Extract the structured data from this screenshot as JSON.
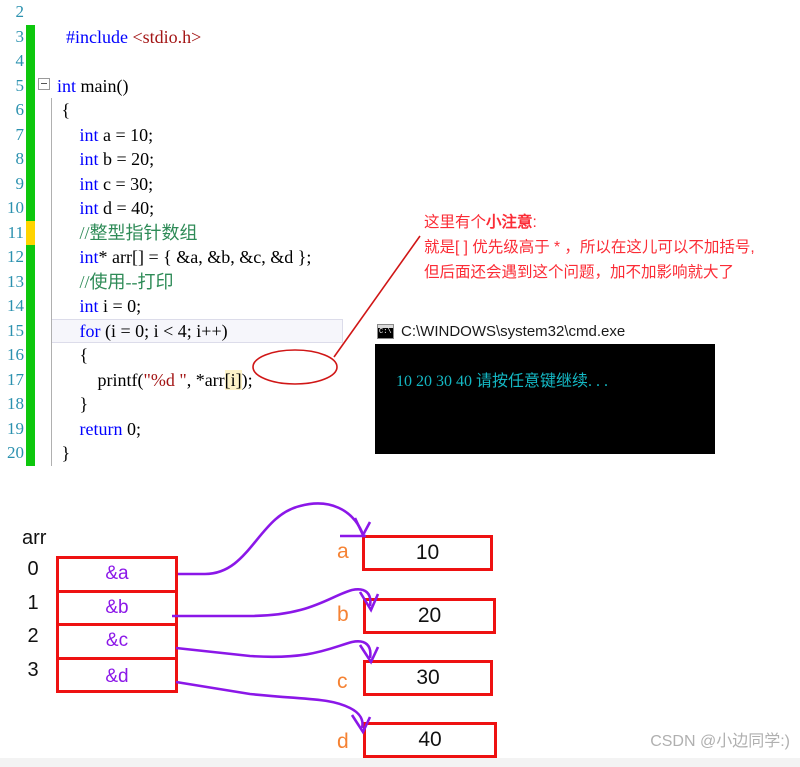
{
  "editor": {
    "lines": [
      {
        "num": "2",
        "marker": "none",
        "fold": false,
        "indent": false,
        "current": false,
        "tokens": []
      },
      {
        "num": "3",
        "marker": "green",
        "fold": false,
        "indent": false,
        "current": false,
        "tokens": [
          {
            "t": "pre",
            "v": "  #include "
          },
          {
            "t": "str",
            "v": "<stdio.h>"
          }
        ]
      },
      {
        "num": "4",
        "marker": "green",
        "fold": false,
        "indent": false,
        "current": false,
        "tokens": []
      },
      {
        "num": "5",
        "marker": "green",
        "fold": true,
        "indent": false,
        "current": false,
        "tokens": [
          {
            "t": "kw",
            "v": "int"
          },
          {
            "t": "plain",
            "v": " main()"
          }
        ]
      },
      {
        "num": "6",
        "marker": "green",
        "fold": false,
        "indent": true,
        "current": false,
        "tokens": [
          {
            "t": "plain",
            "v": " {"
          }
        ]
      },
      {
        "num": "7",
        "marker": "green",
        "fold": false,
        "indent": true,
        "current": false,
        "tokens": [
          {
            "t": "plain",
            "v": "     "
          },
          {
            "t": "kw",
            "v": "int"
          },
          {
            "t": "plain",
            "v": " a = 10;"
          }
        ]
      },
      {
        "num": "8",
        "marker": "green",
        "fold": false,
        "indent": true,
        "current": false,
        "tokens": [
          {
            "t": "plain",
            "v": "     "
          },
          {
            "t": "kw",
            "v": "int"
          },
          {
            "t": "plain",
            "v": " b = 20;"
          }
        ]
      },
      {
        "num": "9",
        "marker": "green",
        "fold": false,
        "indent": true,
        "current": false,
        "tokens": [
          {
            "t": "plain",
            "v": "     "
          },
          {
            "t": "kw",
            "v": "int"
          },
          {
            "t": "plain",
            "v": " c = 30;"
          }
        ]
      },
      {
        "num": "10",
        "marker": "green",
        "fold": false,
        "indent": true,
        "current": false,
        "tokens": [
          {
            "t": "plain",
            "v": "     "
          },
          {
            "t": "kw",
            "v": "int"
          },
          {
            "t": "plain",
            "v": " d = 40;"
          }
        ]
      },
      {
        "num": "11",
        "marker": "yellow",
        "fold": false,
        "indent": true,
        "current": false,
        "tokens": [
          {
            "t": "plain",
            "v": "     "
          },
          {
            "t": "cmt",
            "v": "//整型指针数组"
          }
        ]
      },
      {
        "num": "12",
        "marker": "green",
        "fold": false,
        "indent": true,
        "current": false,
        "tokens": [
          {
            "t": "plain",
            "v": "     "
          },
          {
            "t": "kw",
            "v": "int"
          },
          {
            "t": "plain",
            "v": "* arr[] = { &a, &b, &c, &d };"
          }
        ]
      },
      {
        "num": "13",
        "marker": "green",
        "fold": false,
        "indent": true,
        "current": false,
        "tokens": [
          {
            "t": "plain",
            "v": "     "
          },
          {
            "t": "cmt",
            "v": "//使用--打印"
          }
        ]
      },
      {
        "num": "14",
        "marker": "green",
        "fold": false,
        "indent": true,
        "current": false,
        "tokens": [
          {
            "t": "plain",
            "v": "     "
          },
          {
            "t": "kw",
            "v": "int"
          },
          {
            "t": "plain",
            "v": " i = 0;"
          }
        ]
      },
      {
        "num": "15",
        "marker": "green",
        "fold": false,
        "indent": true,
        "current": true,
        "tokens": [
          {
            "t": "plain",
            "v": "     "
          },
          {
            "t": "kw",
            "v": "for"
          },
          {
            "t": "plain",
            "v": " (i = 0; i < 4; i++)"
          }
        ]
      },
      {
        "num": "16",
        "marker": "green",
        "fold": false,
        "indent": true,
        "current": false,
        "tokens": [
          {
            "t": "plain",
            "v": "     {"
          }
        ]
      },
      {
        "num": "17",
        "marker": "green",
        "fold": false,
        "indent": true,
        "current": false,
        "tokens": [
          {
            "t": "plain",
            "v": "         printf("
          },
          {
            "t": "str",
            "v": "\"%d \""
          },
          {
            "t": "plain",
            "v": ", *arr"
          },
          {
            "t": "idx",
            "v": "[i]"
          },
          {
            "t": "plain",
            "v": ");"
          }
        ]
      },
      {
        "num": "18",
        "marker": "green",
        "fold": false,
        "indent": true,
        "current": false,
        "tokens": [
          {
            "t": "plain",
            "v": "     }"
          }
        ]
      },
      {
        "num": "19",
        "marker": "green",
        "fold": false,
        "indent": true,
        "current": false,
        "tokens": [
          {
            "t": "plain",
            "v": "     "
          },
          {
            "t": "kw",
            "v": "return"
          },
          {
            "t": "plain",
            "v": " 0;"
          }
        ]
      },
      {
        "num": "20",
        "marker": "green",
        "fold": false,
        "indent": true,
        "current": false,
        "tokens": [
          {
            "t": "plain",
            "v": " }"
          }
        ]
      }
    ]
  },
  "annotation": {
    "line1_prefix": "这里有个",
    "line1_bold": "小注意",
    "line1_suffix": ":",
    "line2": "就是[ ] 优先级高于 * ，所以在这儿可以不加括号,",
    "line3": "但后面还会遇到这个问题，加不加影响就大了",
    "color": "#fb2c36"
  },
  "console": {
    "title": "C:\\WINDOWS\\system32\\cmd.exe",
    "icon": "cmd-icon",
    "output": "10 20 30 40 请按任意键继续. . .",
    "text_color": "#14b8c4",
    "bg_color": "#000000"
  },
  "diagram": {
    "array_label": "arr",
    "array_cells": [
      {
        "index": "0",
        "value": "&a"
      },
      {
        "index": "1",
        "value": "&b"
      },
      {
        "index": "2",
        "value": "&c"
      },
      {
        "index": "3",
        "value": "&d"
      }
    ],
    "variables": [
      {
        "name": "a",
        "value": "10"
      },
      {
        "name": "b",
        "value": "20"
      },
      {
        "name": "c",
        "value": "30"
      },
      {
        "name": "d",
        "value": "40"
      }
    ],
    "box_border_color": "#ee1111",
    "pointer_color": "#8b17e8",
    "var_label_color": "#f58233"
  },
  "watermark": {
    "text": "CSDN @小边同学:)"
  }
}
